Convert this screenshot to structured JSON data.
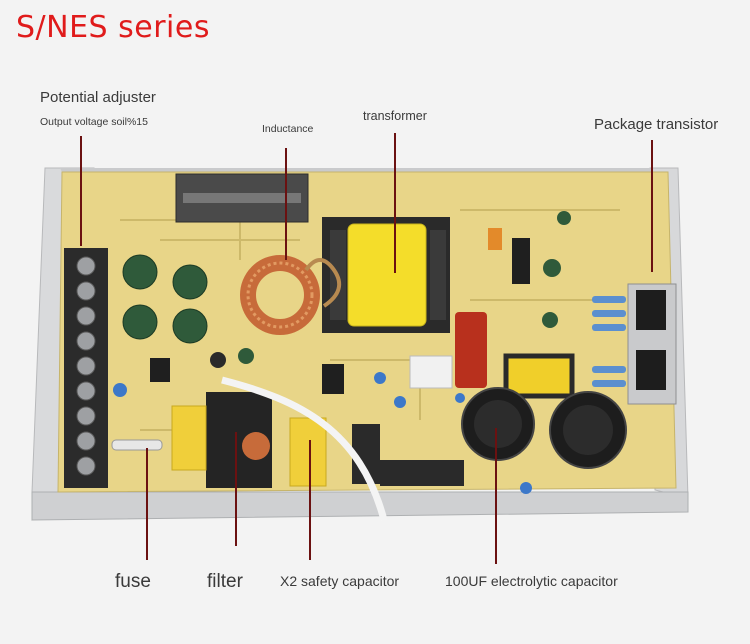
{
  "title": "S/NES series",
  "labels": {
    "potential_adjuster": "Potential adjuster",
    "output_voltage": "Output voltage soil%15",
    "inductance": "Inductance",
    "transformer": "transformer",
    "package_transistor": "Package transistor",
    "fuse": "fuse",
    "filter": "filter",
    "x2_capacitor": "X2 safety capacitor",
    "electrolytic_capacitor": "100UF electrolytic capacitor"
  },
  "colors": {
    "title": "#e01b1b",
    "pointer": "#6b1111",
    "pcb": "#e8d588",
    "transformer": "#f4dd2a"
  }
}
